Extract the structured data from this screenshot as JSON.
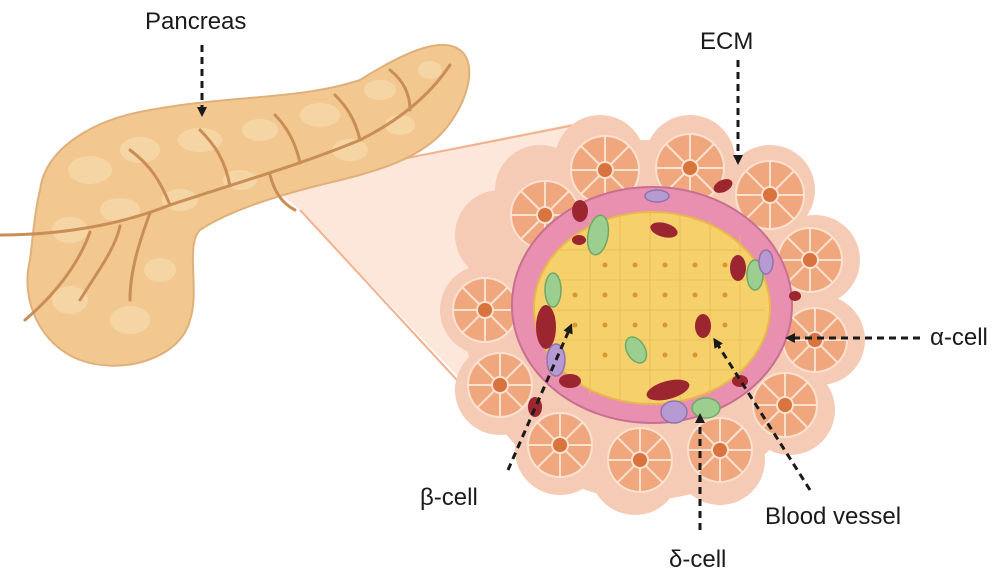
{
  "labels": {
    "pancreas": "Pancreas",
    "ecm": "ECM",
    "alpha_cell": "α-cell",
    "beta_cell": "β-cell",
    "delta_cell": "δ-cell",
    "blood_vessel": "Blood vessel"
  },
  "colors": {
    "pancreas_fill": "#f2c890",
    "pancreas_duct": "#c98e55",
    "islet_outer": "#f5cbb6",
    "acinar_fill": "#f0a77e",
    "acinar_center": "#d9743f",
    "alpha_cells": "#e98fb0",
    "beta_cells": "#f6d16b",
    "delta_cells": "#9ccf8f",
    "blood_vessel": "#9b2630",
    "pp_cells": "#b69ad1"
  }
}
